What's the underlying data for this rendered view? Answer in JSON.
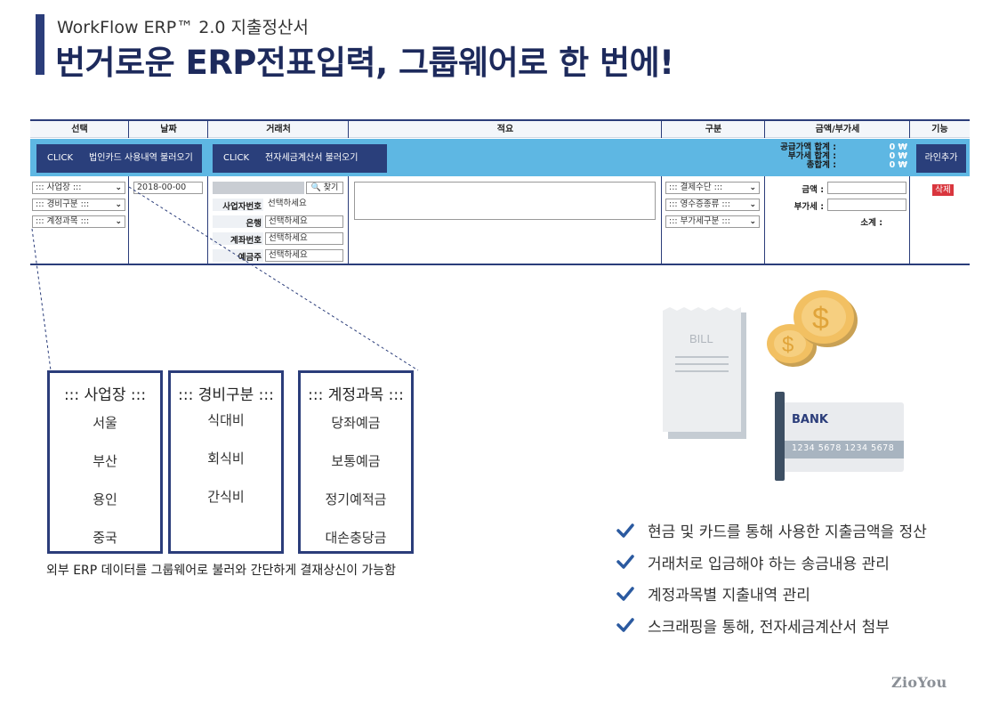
{
  "header": {
    "subtitle": "WorkFlow ERP™ 2.0 지출정산서",
    "title": "번거로운 ERP전표입력, 그룹웨어로 한 번에!"
  },
  "erp_table": {
    "columns": [
      "선택",
      "날짜",
      "거래처",
      "적요",
      "구분",
      "금액/부가세",
      "기능"
    ],
    "toolbar": {
      "click1_prefix": "CLICK",
      "click1_label": "법인카드 사용내역 불러오기",
      "click2_prefix": "CLICK",
      "click2_label": "전자세금계산서 불러오기",
      "sum_supply_label": "공급가액 합계 :",
      "sum_supply_value": "0 ₩",
      "sum_vat_label": "부가세 합계 :",
      "sum_vat_value": "0 ₩",
      "sum_total_label": "총합계 :",
      "sum_total_value": "0 ₩",
      "add_line_label": "라인추가"
    },
    "row": {
      "select_site": "::: 사업장    :::",
      "select_expense": "::: 경비구분 :::",
      "select_account": "::: 계정과목 :::",
      "date_value": "2018-00-00",
      "find_label": "찾기",
      "biz_no_label": "사업자번호",
      "biz_no_value": "선택하세요",
      "bank_label": "은행",
      "bank_value": "선택하세요",
      "account_no_label": "계좌번호",
      "account_no_value": "선택하세요",
      "depositor_label": "예금주",
      "depositor_value": "선택하세요",
      "pay_method": "::: 결제수단 :::",
      "receipt_type": "::: 영수증종류 :::",
      "vat_type": "::: 부가세구분 :::",
      "amount_label": "금액 :",
      "vat_label": "부가세 :",
      "subtotal_label": "소계 :",
      "delete_label": "삭제"
    }
  },
  "dropdowns": [
    {
      "title": ":::  사업장  :::",
      "items": [
        "서울",
        "부산",
        "용인",
        "중국"
      ]
    },
    {
      "title": "::: 경비구분 :::",
      "items": [
        "식대비",
        "회식비",
        "간식비"
      ]
    },
    {
      "title": "::: 계정과목 :::",
      "items": [
        "당좌예금",
        "보통예금",
        "정기예적금",
        "대손충당금"
      ]
    }
  ],
  "caption": "외부 ERP 데이터를 그룹웨어로 불러와 간단하게 결재상신이 가능함",
  "illustration": {
    "bill_label": "BILL",
    "coin_symbol": "$",
    "bank_label": "BANK",
    "card_number": "1234 5678 1234 5678"
  },
  "checklist": [
    "현금 및 카드를 통해 사용한 지출금액을 정산",
    "거래처로 입금해야 하는 송금내용 관리",
    "계정과목별 지출내역 관리",
    "스크래핑을 통해, 전자세금계산서 첨부"
  ],
  "colors": {
    "navy": "#2b3d7a",
    "toolbar_blue": "#5eb7e3",
    "delete_red": "#d9363e",
    "check_blue": "#2b5aa0"
  },
  "logo": "ZioYou"
}
